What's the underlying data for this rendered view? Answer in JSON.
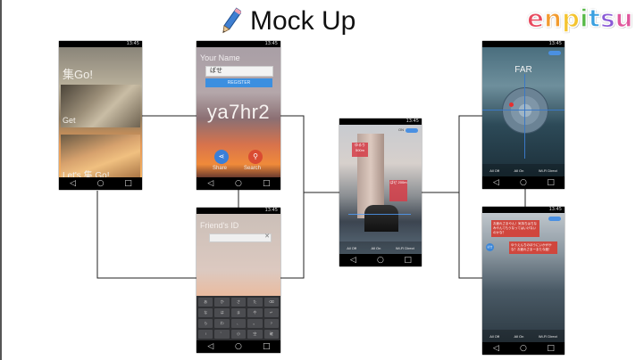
{
  "header": {
    "title": "Mock Up",
    "logo_letters": [
      {
        "ch": "e",
        "color": "#e84a5f"
      },
      {
        "ch": "n",
        "color": "#f29b2f"
      },
      {
        "ch": "p",
        "color": "#f4c430"
      },
      {
        "ch": "i",
        "color": "#57b947"
      },
      {
        "ch": "t",
        "color": "#3aa0e0"
      },
      {
        "ch": "s",
        "color": "#8a5ad6"
      },
      {
        "ch": "u",
        "color": "#e0569c"
      }
    ]
  },
  "phone_status_time": "13:45",
  "nav": {
    "back": "◁",
    "home": "○",
    "recents": "□"
  },
  "screen_start": {
    "heading": "集Go!",
    "photo1_caption": "Get",
    "photo2_caption": "Let's 集 Go!"
  },
  "screen_profile": {
    "name_label": "Your Name",
    "name_value": "ばせ",
    "register_button": "REGISTER",
    "user_id": "ya7hr2",
    "share_label": "Share",
    "search_label": "Search"
  },
  "screen_friend": {
    "label": "Friend's ID",
    "keys": [
      "あ",
      "か",
      "さ",
      "た",
      "⌫",
      "な",
      "は",
      "ま",
      "や",
      "↵",
      "ら",
      "わ",
      "、",
      "。",
      "?",
      "!",
      "゛",
      "小",
      "空",
      "確"
    ]
  },
  "screen_camera": {
    "toggle_label": "ON",
    "card1": "ゆるり 500m",
    "card2": "ばせ 200m",
    "tabs": [
      "All Off",
      "All On",
      "Wi-Fi Direct"
    ]
  },
  "screen_radar": {
    "distance_label": "FAR",
    "tabs": [
      "All Off",
      "All On",
      "Wi-Fi Direct"
    ]
  },
  "screen_chat": {
    "bubble1": "お疲れさまやん！気持ちはちなみやんてもうなってはいけないのかな？",
    "bubble2": "ゆうえんちのほうにいかがかな？お疲れさまーまた今度！",
    "avatar": "ばせ",
    "tabs": [
      "All Off",
      "All On",
      "Wi-Fi Direct"
    ]
  }
}
